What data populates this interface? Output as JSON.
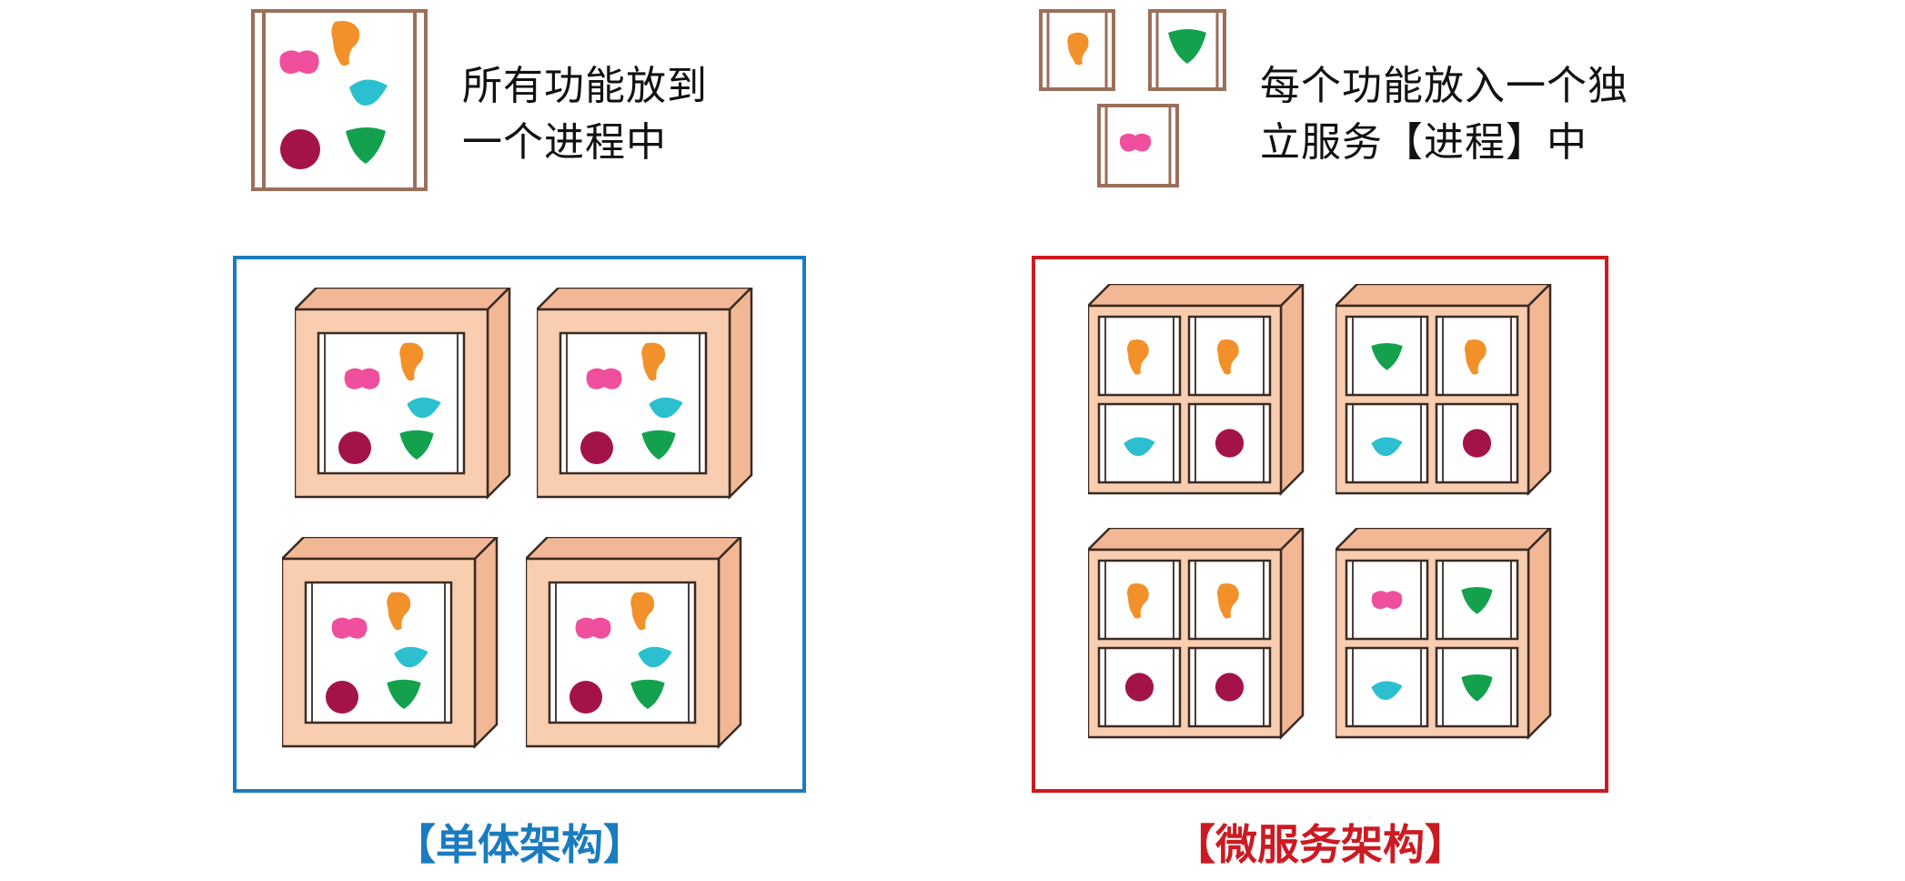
{
  "legend": {
    "monolith_text": "所有功能放到\n一个进程中",
    "micro_text": "每个功能放入一个独\n立服务【进程】中"
  },
  "monolith": {
    "caption": "【单体架构】",
    "frame_color": "#1a7bbf",
    "boxes": [
      {
        "shapes": [
          "pink-blob",
          "orange-blob",
          "cyan-diamond",
          "crimson-circle",
          "green-triangle"
        ]
      },
      {
        "shapes": [
          "pink-blob",
          "orange-blob",
          "cyan-diamond",
          "crimson-circle",
          "green-triangle"
        ]
      },
      {
        "shapes": [
          "pink-blob",
          "orange-blob",
          "cyan-diamond",
          "crimson-circle",
          "green-triangle"
        ]
      },
      {
        "shapes": [
          "pink-blob",
          "orange-blob",
          "cyan-diamond",
          "crimson-circle",
          "green-triangle"
        ]
      }
    ]
  },
  "microservices": {
    "caption": "【微服务架构】",
    "frame_color": "#cc1a22",
    "boxes": [
      {
        "cells": [
          "orange-blob",
          "orange-blob",
          "cyan-diamond",
          "crimson-circle"
        ]
      },
      {
        "cells": [
          "green-triangle",
          "orange-blob",
          "cyan-diamond",
          "crimson-circle"
        ]
      },
      {
        "cells": [
          "orange-blob",
          "orange-blob",
          "crimson-circle",
          "crimson-circle"
        ]
      },
      {
        "cells": [
          "pink-blob",
          "green-triangle",
          "cyan-diamond",
          "green-triangle"
        ]
      }
    ]
  },
  "colors": {
    "box_fill": "#f8cdb0",
    "box_side": "#f2b896",
    "box_stroke": "#3a2a22",
    "orange": "#f2902a",
    "pink": "#ef4f9c",
    "cyan": "#2cbfd0",
    "crimson": "#a3134a",
    "green": "#13a14e"
  }
}
